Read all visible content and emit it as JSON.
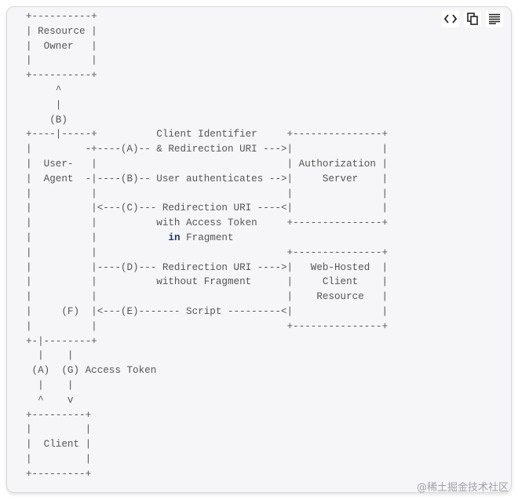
{
  "toolbar": {
    "buttons": [
      {
        "name": "view-source-button",
        "icon": "code-brackets-icon"
      },
      {
        "name": "copy-button",
        "icon": "copy-icon"
      },
      {
        "name": "wrap-button",
        "icon": "lines-icon"
      }
    ]
  },
  "code": {
    "lines": [
      "+----------+",
      "| Resource |",
      "|  Owner   |",
      "|          |",
      "+----------+",
      "     ^",
      "     |",
      "    (B)",
      "+----|-----+          Client Identifier     +---------------+",
      "|         -+----(A)-- & Redirection URI --->|               |",
      "|  User-   |                                | Authorization |",
      "|  Agent  -|----(B)-- User authenticates -->|     Server    |",
      "|          |                                |               |",
      "|          |<---(C)--- Redirection URI ----<|               |",
      "|          |          with Access Token     +---------------+",
      {
        "pre": "|          |            ",
        "kw": "in",
        "post": " Fragment"
      },
      "|          |                                +---------------+",
      "|          |----(D)--- Redirection URI ---->|   Web-Hosted  |",
      "|          |          without Fragment      |     Client    |",
      "|          |                                |    Resource   |",
      "|     (F)  |<---(E)------- Script ---------<|               |",
      "|          |                                +---------------+",
      "+-|--------+",
      "  |    |",
      " (A)  (G) Access Token",
      "  |    |",
      "  ^    v",
      "+---------+",
      "|         |",
      "|  Client |",
      "|         |",
      "+---------+"
    ]
  },
  "watermark": "@稀土掘金技术社区"
}
